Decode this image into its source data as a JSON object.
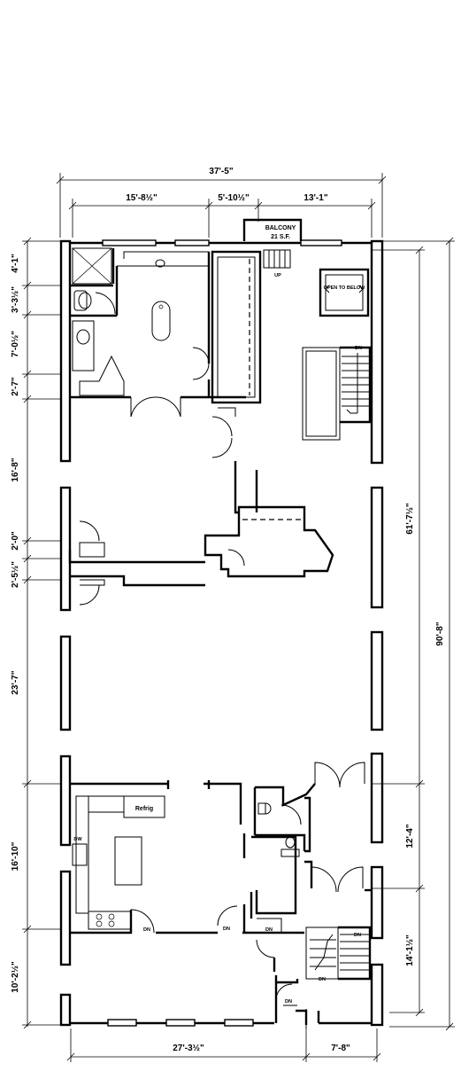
{
  "dimensions": {
    "top_overall": "37'-5\"",
    "top_left": "15'-8½\"",
    "top_mid": "5'-10½\"",
    "top_right": "13'-1\"",
    "bottom_left": "27'-3½\"",
    "bottom_right": "7'-8\"",
    "right_overall": "90'-8\"",
    "right_upper": "61'-7½\"",
    "right_mid": "12'-4\"",
    "right_lower": "14'-1½\"",
    "left": [
      "4'-1\"",
      "3'-3½\"",
      "7'-0½\"",
      "2'-7\"",
      "16'-8\"",
      "2'-0\"",
      "2'-5½\"",
      "23'-7\"",
      "16'-10\"",
      "10'-2½\""
    ]
  },
  "labels": {
    "balcony": "BALCONY",
    "balcony_area": "21 S.F.",
    "open_to_below": "OPEN TO BELOW",
    "up": "UP",
    "dn": "DN",
    "refrig": "Refrig",
    "dw": "DW"
  }
}
